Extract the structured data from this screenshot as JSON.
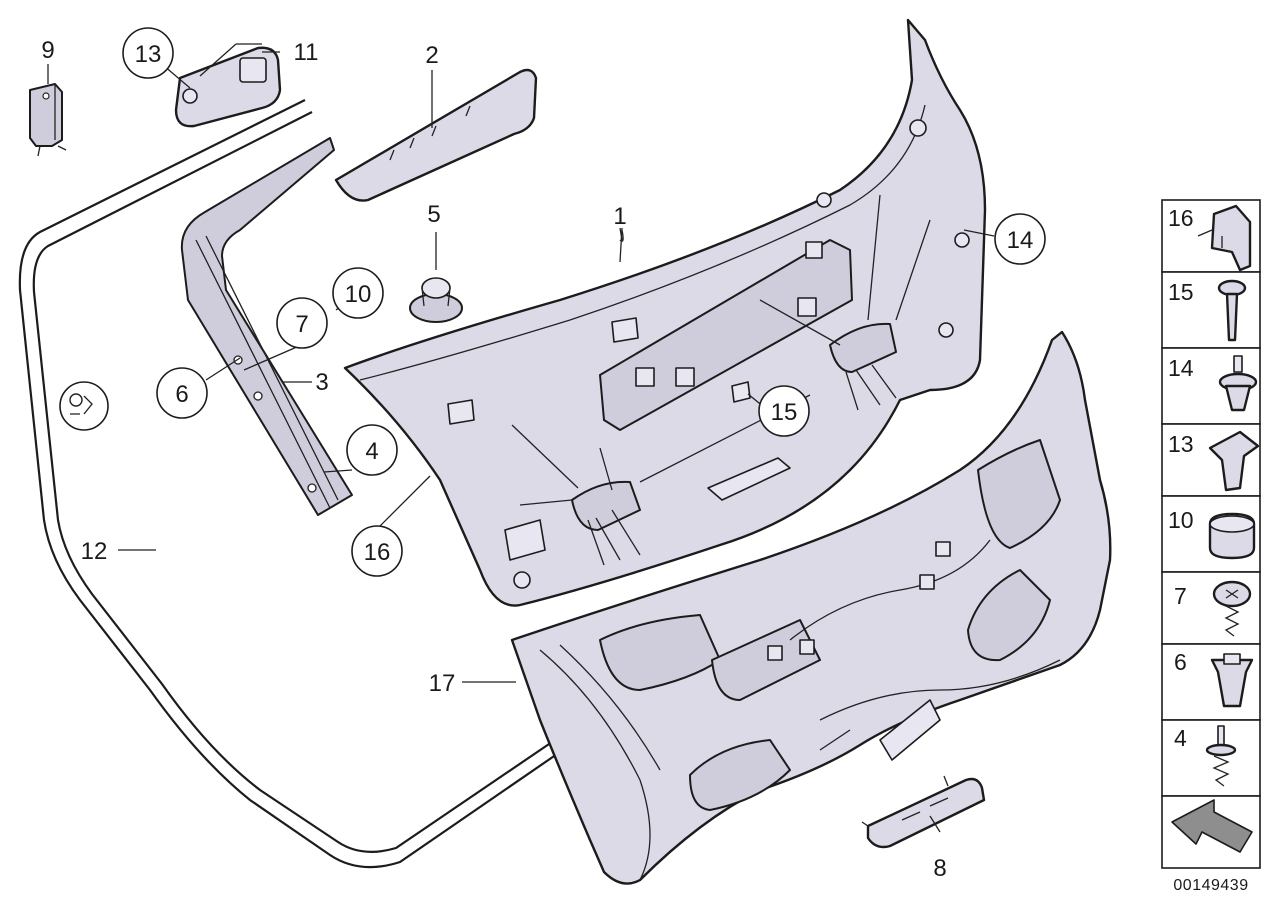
{
  "diagram": {
    "document_number": "00149439",
    "callouts": [
      {
        "id": "c1",
        "number": "1",
        "circled": false
      },
      {
        "id": "c2",
        "number": "2",
        "circled": false
      },
      {
        "id": "c3",
        "number": "3",
        "circled": false
      },
      {
        "id": "c4",
        "number": "4",
        "circled": true
      },
      {
        "id": "c5",
        "number": "5",
        "circled": false
      },
      {
        "id": "c6",
        "number": "6",
        "circled": true
      },
      {
        "id": "c7",
        "number": "7",
        "circled": true
      },
      {
        "id": "c8",
        "number": "8",
        "circled": false
      },
      {
        "id": "c9",
        "number": "9",
        "circled": false
      },
      {
        "id": "c10",
        "number": "10",
        "circled": true
      },
      {
        "id": "c11",
        "number": "11",
        "circled": false
      },
      {
        "id": "c12",
        "number": "12",
        "circled": false
      },
      {
        "id": "c13",
        "number": "13",
        "circled": true
      },
      {
        "id": "c14",
        "number": "14",
        "circled": true
      },
      {
        "id": "c15",
        "number": "15",
        "circled": true
      },
      {
        "id": "c16",
        "number": "16",
        "circled": true
      },
      {
        "id": "c17",
        "number": "17",
        "circled": false
      }
    ],
    "legend": [
      {
        "number": "16",
        "icon": "clip-bracket-icon"
      },
      {
        "number": "15",
        "icon": "expanding-rivet-icon"
      },
      {
        "number": "14",
        "icon": "push-rivet-icon"
      },
      {
        "number": "13",
        "icon": "spring-nut-icon"
      },
      {
        "number": "10",
        "icon": "cap-plug-icon"
      },
      {
        "number": "7",
        "icon": "pan-head-screw-icon"
      },
      {
        "number": "6",
        "icon": "expansion-nut-icon"
      },
      {
        "number": "4",
        "icon": "stud-bolt-icon"
      },
      {
        "number": "",
        "icon": "direction-arrow-icon"
      }
    ]
  }
}
